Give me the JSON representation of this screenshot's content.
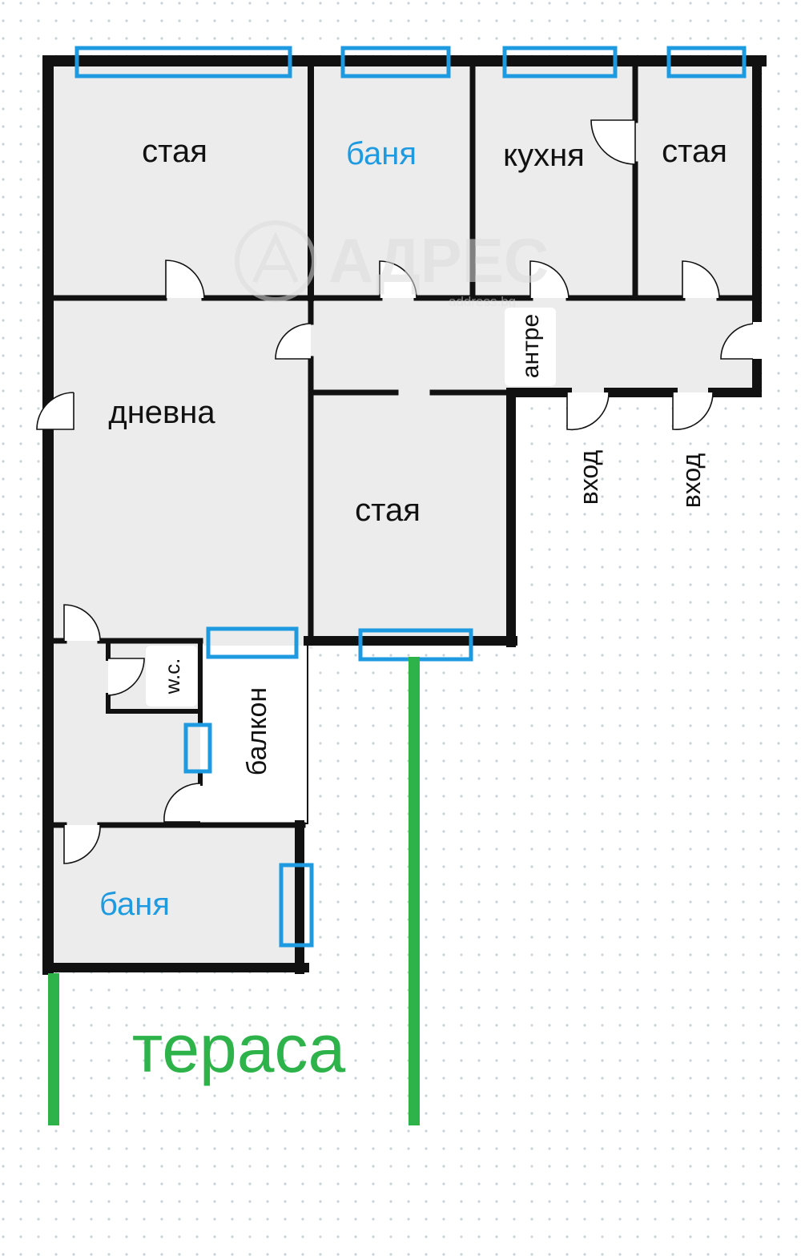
{
  "colors": {
    "wall": "#111111",
    "room_fill": "#ececec",
    "balcony_fill": "#ffffff",
    "window_outline": "#1e9be0",
    "bath_text": "#1e9be0",
    "terrace_green": "#2db34a",
    "label_text": "#111111",
    "grid_dot": "#c9d2d8",
    "watermark": "#dcdcdc"
  },
  "watermark": {
    "brand": "АДРЕС",
    "site": "address.bg",
    "logo_icon": "address-logo-icon"
  },
  "rooms": {
    "room_top_left": "стая",
    "bathroom_top": "баня",
    "kitchen": "кухня",
    "room_top_right": "стая",
    "living_room": "дневна",
    "room_middle": "стая",
    "hallway": "антре",
    "wc": "w.c.",
    "balcony": "балкон",
    "bathroom_bottom": "баня"
  },
  "entrances": [
    "вход",
    "вход"
  ],
  "terrace": "тераса"
}
